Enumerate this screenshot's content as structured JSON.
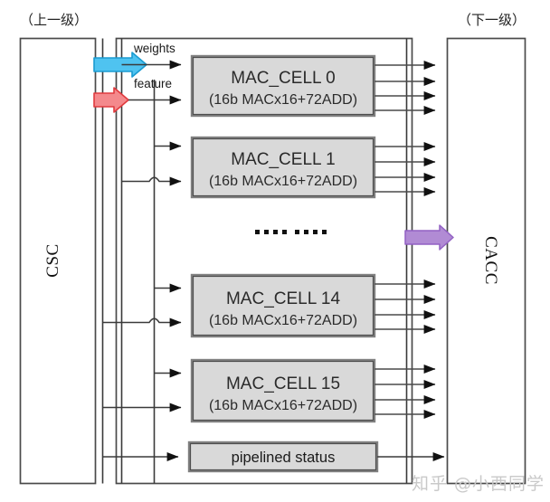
{
  "diagram": {
    "title_note_left": "（上一级）",
    "title_note_right": "（下一级）",
    "left_block_label": "CSC",
    "right_block_label": "CACC",
    "signal_labels": {
      "weights": "weights",
      "feature": "feature"
    },
    "ellipsis": "…………",
    "status_box_label": "pipelined status",
    "mac_cells": [
      {
        "title": "MAC_CELL 0",
        "subtitle": "(16b MACx16+72ADD)"
      },
      {
        "title": "MAC_CELL 1",
        "subtitle": "(16b MACx16+72ADD)"
      },
      {
        "title": "MAC_CELL 14",
        "subtitle": "(16b MACx16+72ADD)"
      },
      {
        "title": "MAC_CELL 15",
        "subtitle": "(16b MACx16+72ADD)"
      }
    ],
    "colors": {
      "weights_arrow": "#4FC3F0",
      "weights_arrow_stroke": "#1A9BD1",
      "feature_arrow": "#F4898C",
      "feature_arrow_stroke": "#E03A3E",
      "accum_arrow": "#B18BD4",
      "accum_arrow_stroke": "#9261C4",
      "cell_fill": "#D9D9D9",
      "cell_border": "#808080",
      "wire": "#3A3A3A",
      "background": "#FFFFFF"
    }
  },
  "watermark": {
    "text": "知乎 @小西同学"
  }
}
